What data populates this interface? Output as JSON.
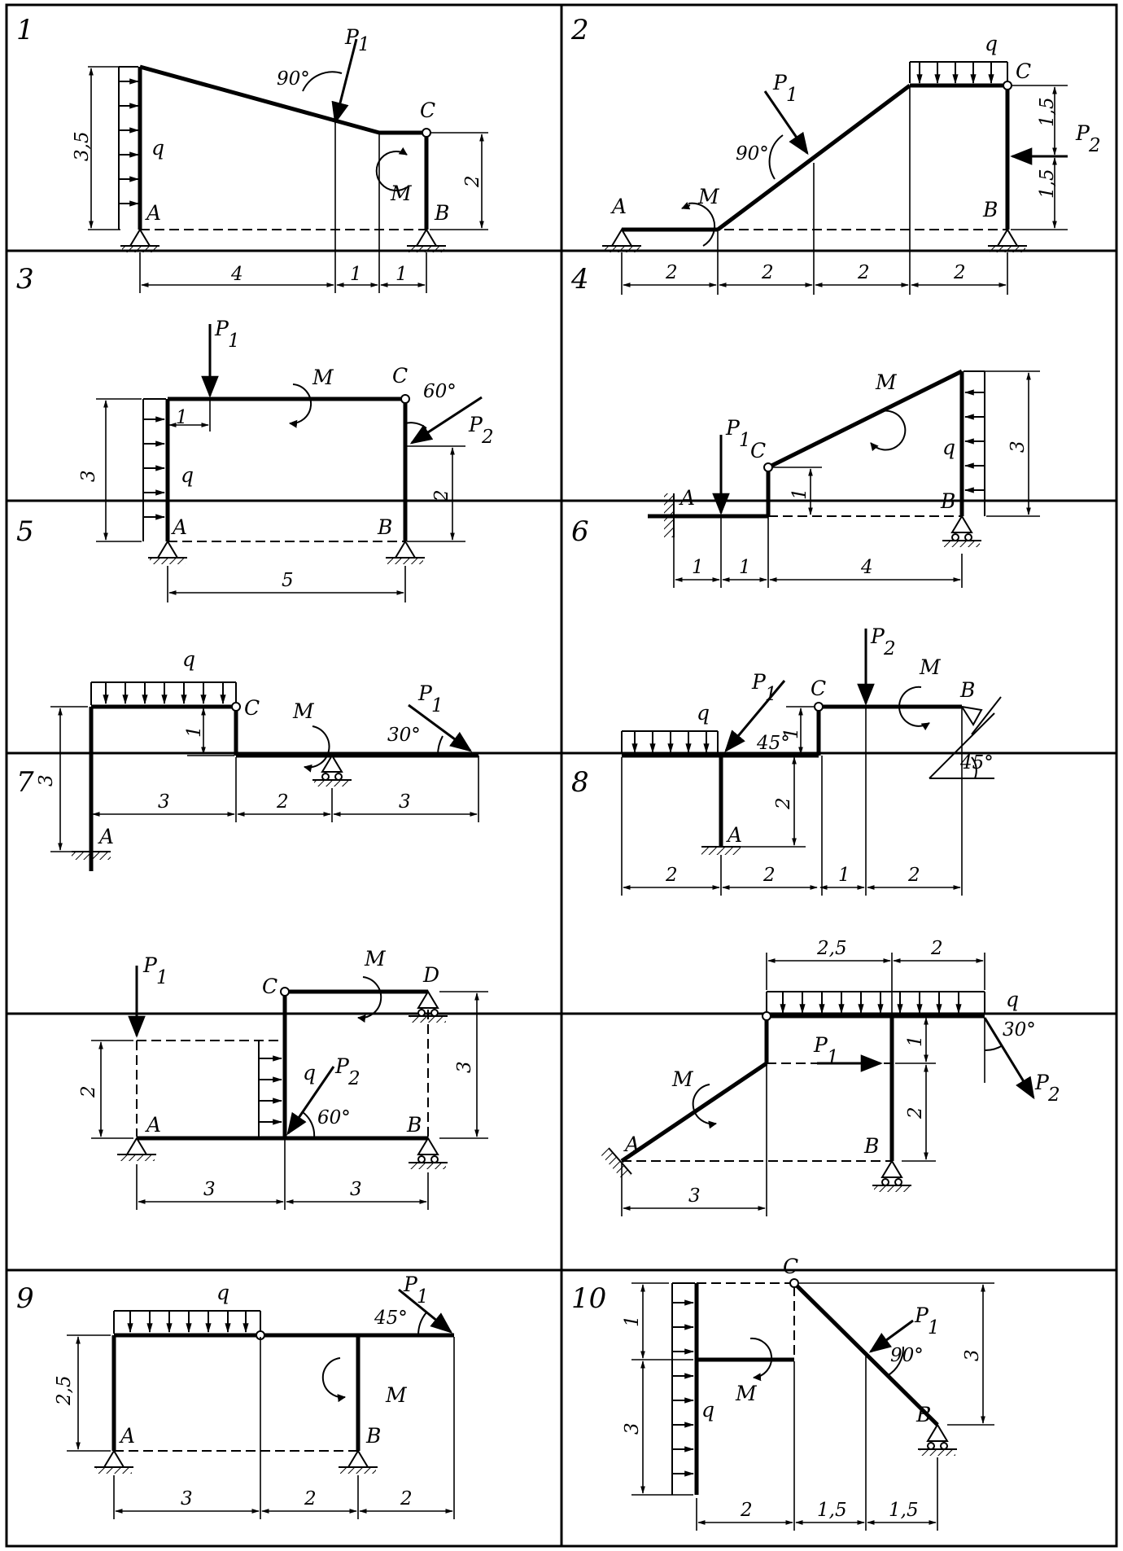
{
  "panels": [
    {
      "number": "1",
      "labels": {
        "P1": "P",
        "P1s": "1",
        "q": "q",
        "M": "M",
        "A": "A",
        "B": "B",
        "C": "C"
      },
      "angles": [
        "90°"
      ],
      "dims": {
        "h": "3,5",
        "h2": "2",
        "d1": "4",
        "d2": "1",
        "d3": "1"
      }
    },
    {
      "number": "2",
      "labels": {
        "P1": "P",
        "P1s": "1",
        "P2": "P",
        "P2s": "2",
        "q": "q",
        "M": "M",
        "A": "A",
        "B": "B",
        "C": "C"
      },
      "angles": [
        "90°"
      ],
      "dims": {
        "d1": "2",
        "d2": "2",
        "d3": "2",
        "d4": "2",
        "v1": "1,5",
        "v2": "1,5"
      }
    },
    {
      "number": "3",
      "labels": {
        "P1": "P",
        "P1s": "1",
        "P2": "P",
        "P2s": "2",
        "q": "q",
        "M": "M",
        "A": "A",
        "B": "B",
        "C": "C"
      },
      "angles": [
        "60°"
      ],
      "dims": {
        "h": "3",
        "h2": "2",
        "a": "1",
        "w": "5"
      }
    },
    {
      "number": "4",
      "labels": {
        "P1": "P",
        "P1s": "1",
        "q": "q",
        "M": "M",
        "A": "A",
        "B": "B",
        "C": "C"
      },
      "angles": [],
      "dims": {
        "h": "3",
        "h2": "1",
        "d1": "1",
        "d2": "1",
        "d3": "4"
      }
    },
    {
      "number": "5",
      "labels": {
        "P1": "P",
        "P1s": "1",
        "q": "q",
        "M": "M",
        "A": "A",
        "C": "C"
      },
      "angles": [
        "30°"
      ],
      "dims": {
        "h": "3",
        "h2": "1",
        "d1": "3",
        "d2": "2",
        "d3": "3"
      }
    },
    {
      "number": "6",
      "labels": {
        "P1": "P",
        "P1s": "1",
        "P2": "P",
        "P2s": "2",
        "q": "q",
        "M": "M",
        "A": "A",
        "B": "B",
        "C": "C"
      },
      "angles": [
        "45°",
        "45°"
      ],
      "dims": {
        "h": "2",
        "h2": "1",
        "d1": "2",
        "d2": "2",
        "d3": "1",
        "d4": "2"
      }
    },
    {
      "number": "7",
      "labels": {
        "P1": "P",
        "P1s": "1",
        "P2": "P",
        "P2s": "2",
        "q": "q",
        "M": "M",
        "A": "A",
        "B": "B",
        "C": "C",
        "D": "D"
      },
      "angles": [
        "60°"
      ],
      "dims": {
        "h": "2",
        "h2": "3",
        "d1": "3",
        "d2": "3"
      }
    },
    {
      "number": "8",
      "labels": {
        "P1": "P",
        "P1s": "1",
        "P2": "P",
        "P2s": "2",
        "q": "q",
        "M": "M",
        "A": "A",
        "B": "B"
      },
      "angles": [
        "30°"
      ],
      "dims": {
        "t1": "2,5",
        "t2": "2",
        "v1": "1",
        "v2": "2",
        "d1": "3"
      }
    },
    {
      "number": "9",
      "labels": {
        "P1": "P",
        "P1s": "1",
        "q": "q",
        "M": "M",
        "A": "A",
        "B": "B"
      },
      "angles": [
        "45°"
      ],
      "dims": {
        "h": "2,5",
        "d1": "3",
        "d2": "2",
        "d3": "2"
      }
    },
    {
      "number": "10",
      "labels": {
        "P1": "P",
        "P1s": "1",
        "q": "q",
        "M": "M",
        "B": "B",
        "C": "C"
      },
      "angles": [
        "90°"
      ],
      "dims": {
        "v1": "1",
        "v2": "3",
        "h": "3",
        "d1": "2",
        "d2": "1,5",
        "d3": "1,5"
      }
    }
  ]
}
